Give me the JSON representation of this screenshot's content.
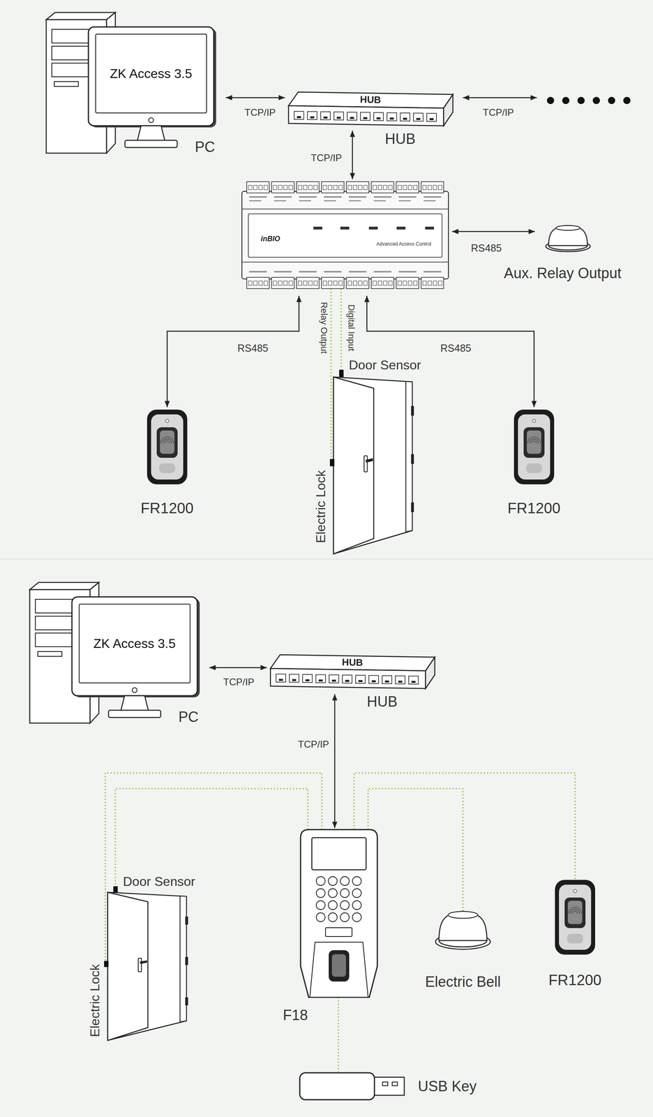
{
  "diagram": {
    "nodes": [
      {
        "text": [
          "ZK Access 3.5",
          "PC"
        ]
      },
      {
        "text": [
          "HUB",
          "HUB"
        ]
      },
      {
        "text": [
          "inBIO",
          "Advanced Access Control"
        ]
      },
      {
        "text": [
          "Aux. Relay Output"
        ]
      },
      {
        "text": [
          "FR1200"
        ]
      },
      {
        "text": [
          "Door Sensor",
          "Electric Lock"
        ]
      },
      {
        "text": [
          "FR1200"
        ]
      },
      {
        "text": [
          "ZK Access 3.5",
          "PC"
        ]
      },
      {
        "text": [
          "HUB",
          "HUB"
        ]
      },
      {
        "text": [
          "Door Sensor",
          "Electric Lock"
        ]
      },
      {
        "text": [
          "F18"
        ]
      },
      {
        "text": [
          "Electric Bell"
        ]
      },
      {
        "text": [
          "FR1200"
        ]
      },
      {
        "text": [
          "USB Key"
        ]
      }
    ],
    "edges": [
      {
        "from": 0,
        "to": 1,
        "label": "TCP/IP",
        "arrow": "both"
      },
      {
        "from": 1,
        "to": 2,
        "label": "TCP/IP",
        "arrow": "both"
      },
      {
        "from": 2,
        "to": 3,
        "label": "RS485",
        "arrow": "both"
      },
      {
        "from": 2,
        "to": 4,
        "label": "RS485",
        "arrow": "both"
      },
      {
        "from": 2,
        "to": 6,
        "label": "RS485",
        "arrow": "both"
      },
      {
        "from": 2,
        "to": 5,
        "label": "Relay Output",
        "arrow": "none"
      },
      {
        "from": 2,
        "to": 5,
        "label": "Digital Input",
        "arrow": "none"
      },
      {
        "from": 7,
        "to": 8,
        "label": "TCP/IP",
        "arrow": "both"
      },
      {
        "from": 8,
        "to": 10,
        "label": "TCP/IP",
        "arrow": "both"
      },
      {
        "from": 10,
        "to": 9,
        "arrow": "none"
      },
      {
        "from": 10,
        "to": 9,
        "arrow": "none"
      },
      {
        "from": 10,
        "to": 11,
        "arrow": "none"
      },
      {
        "from": 10,
        "to": 12,
        "arrow": "none"
      },
      {
        "from": 10,
        "to": 13,
        "arrow": "none"
      }
    ],
    "labels": [
      "TCP/IP"
    ]
  }
}
